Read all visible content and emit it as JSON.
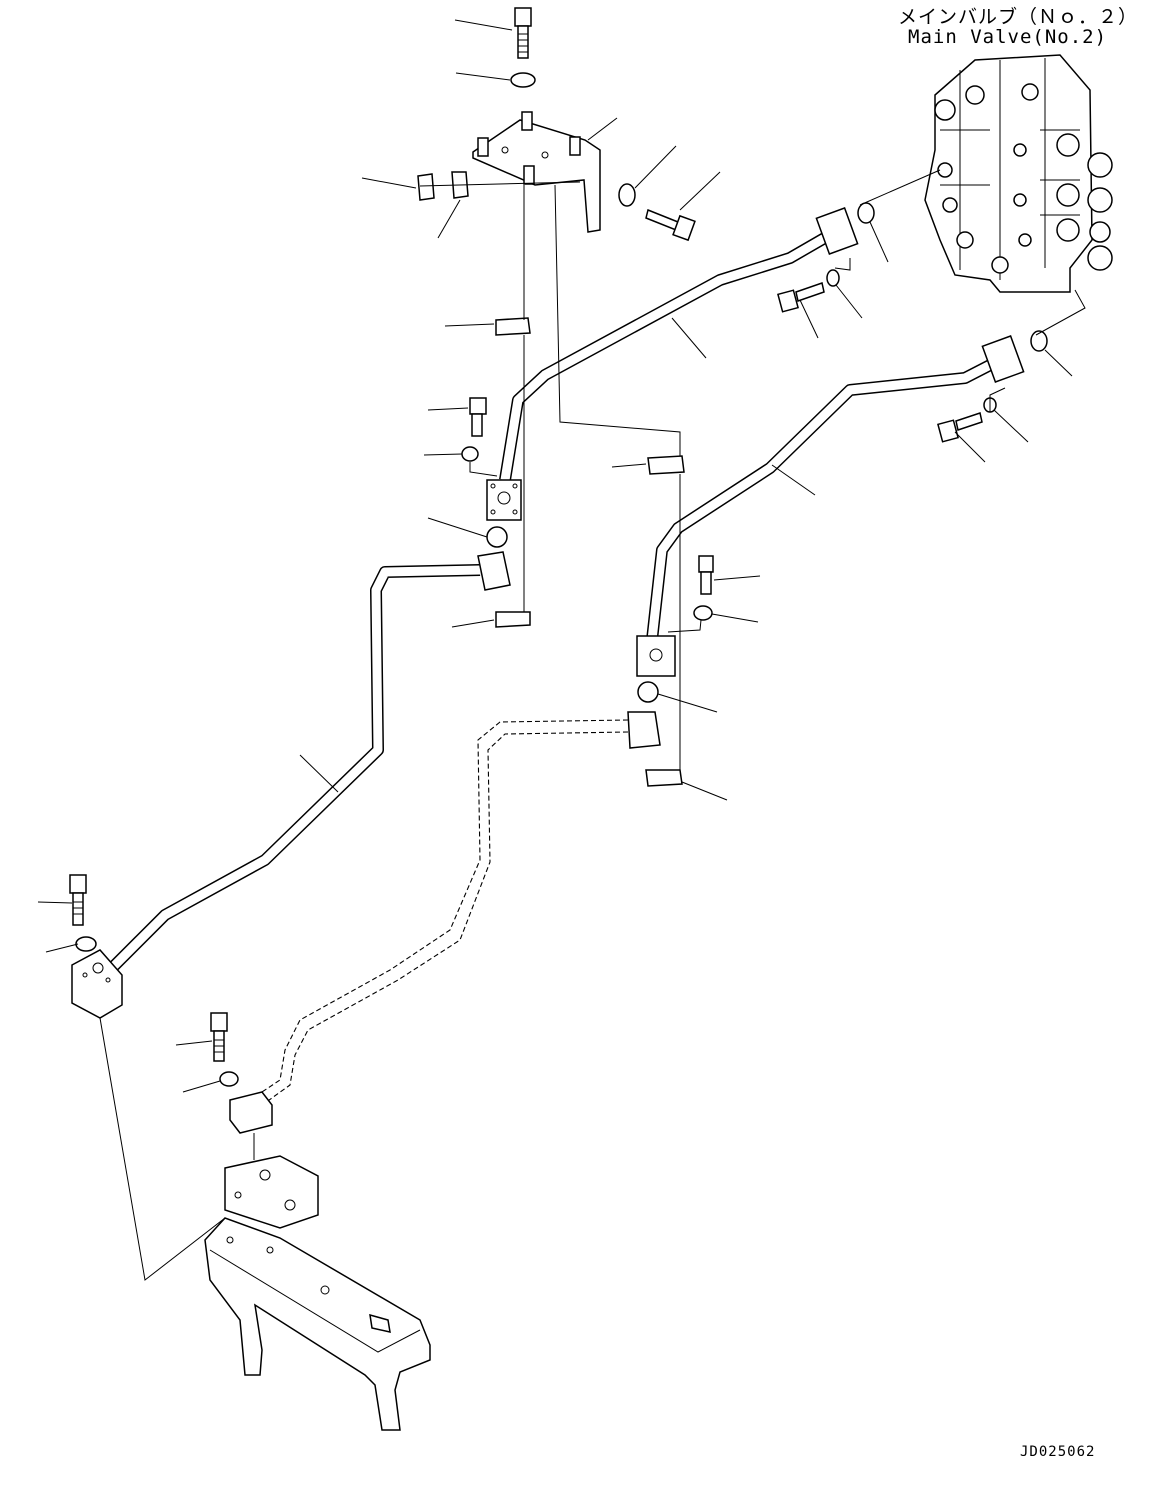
{
  "title": {
    "jp": "メインバルブ（Ｎｏ．２）",
    "en": "Main Valve(No.2)"
  },
  "drawing_code": "JD025062",
  "icons": [
    "main-valve-icon",
    "bracket-icon",
    "pipe-icon",
    "bolt-icon",
    "washer-icon",
    "o-ring-icon",
    "clamp-icon",
    "flange-block-icon",
    "frame-icon"
  ]
}
